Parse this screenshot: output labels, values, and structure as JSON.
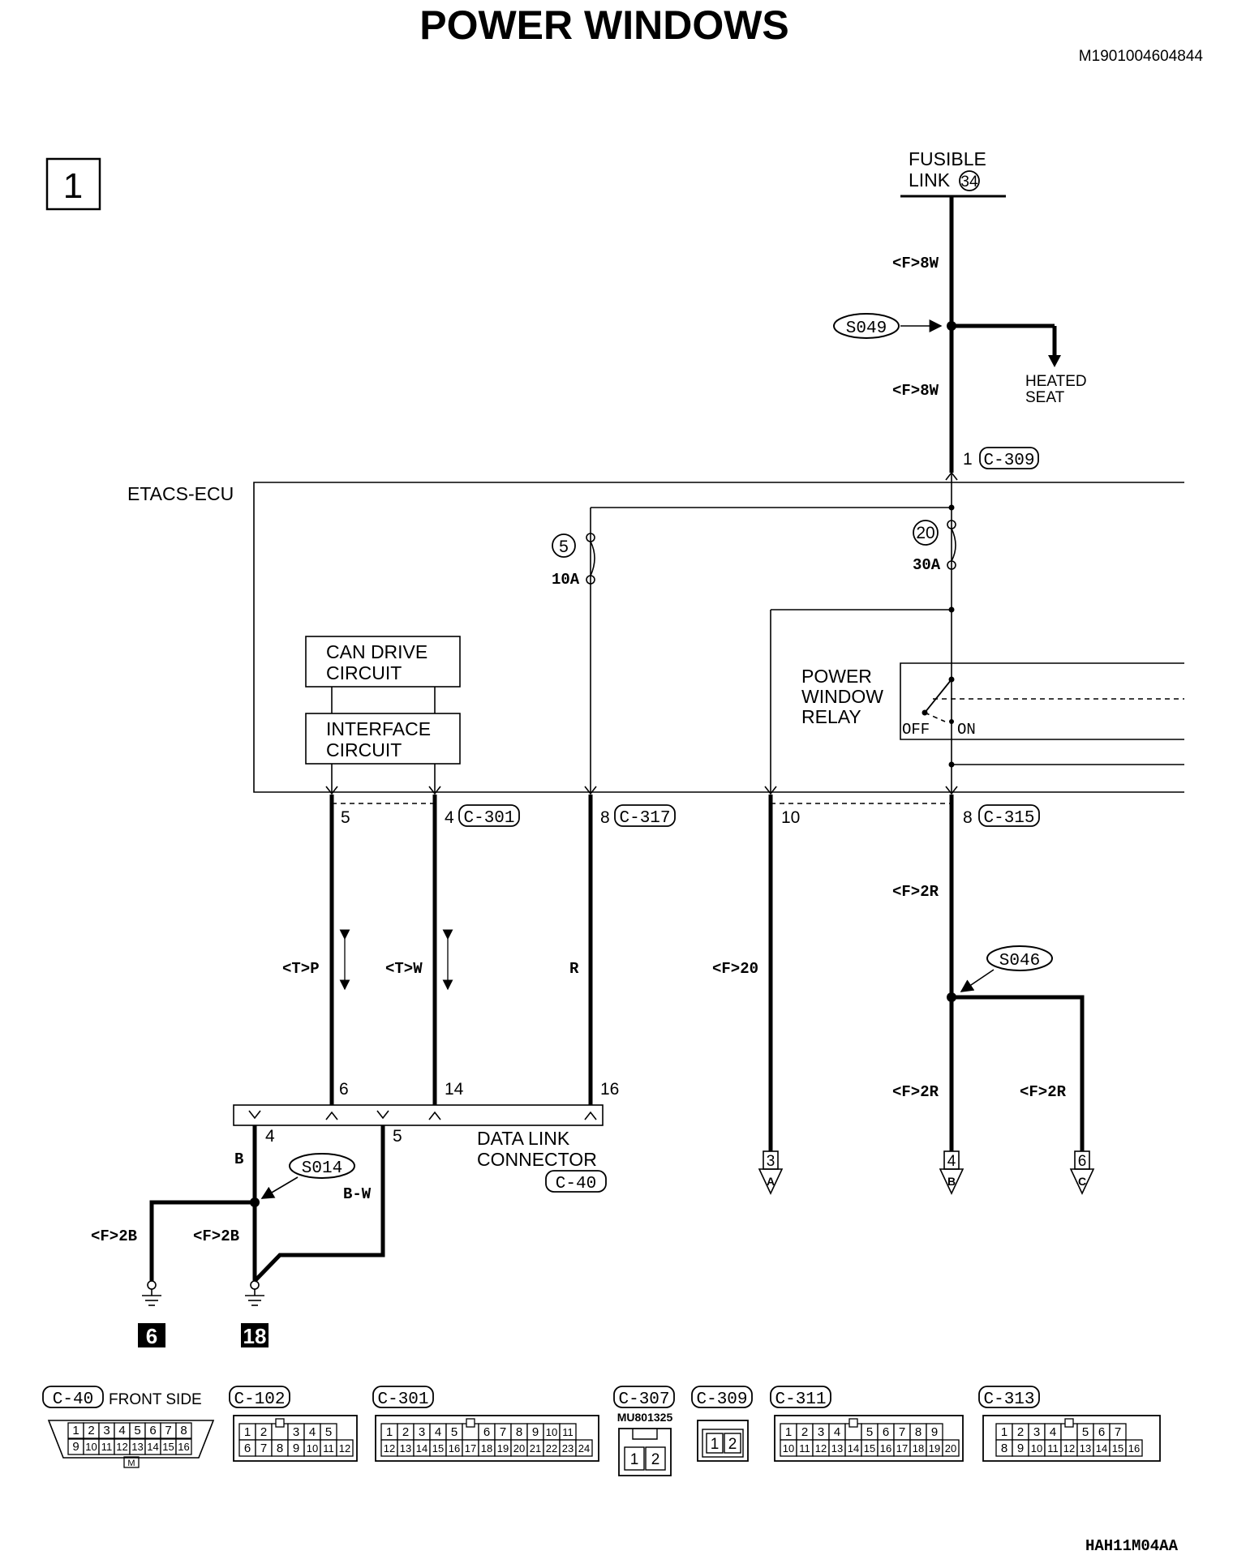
{
  "title": "POWER WINDOWS",
  "doc_code": "M1901004604844",
  "figure_code": "HAH11M04AA",
  "page_box": "1",
  "fusible_link": {
    "line1": "FUSIBLE",
    "line2": "LINK",
    "num": "34"
  },
  "heated_seat": {
    "line1": "HEATED",
    "line2": "SEAT"
  },
  "ecu": {
    "name": "ETACS-ECU",
    "can_drive": [
      "CAN DRIVE",
      "CIRCUIT"
    ],
    "interface": [
      "INTERFACE",
      "CIRCUIT"
    ],
    "relay": [
      "POWER",
      "WINDOW",
      "RELAY"
    ],
    "relay_off": "OFF",
    "relay_on": "ON"
  },
  "fuses": [
    {
      "num": "5",
      "rating": "10A"
    },
    {
      "num": "20",
      "rating": "30A"
    }
  ],
  "splices": [
    "S049",
    "S046",
    "S014"
  ],
  "wires": {
    "fw1": "<F>8W",
    "fw2": "<F>8W",
    "tp": "<T>P",
    "tw": "<T>W",
    "r": "R",
    "f20": "<F>20",
    "f2r1": "<F>2R",
    "f2r2": "<F>2R",
    "f2r3": "<F>2R",
    "b": "B",
    "bw": "B-W",
    "f2b1": "<F>2B",
    "f2b2": "<F>2B"
  },
  "pins": {
    "c309_1": "1",
    "c301_5": "5",
    "c301_4": "4",
    "c317_8": "8",
    "c315_10": "10",
    "c315_8": "8",
    "dlc_6": "6",
    "dlc_14": "14",
    "dlc_16": "16",
    "dlc_4": "4",
    "dlc_5": "5"
  },
  "connectors": {
    "c309": "C-309",
    "c301": "C-301",
    "c317": "C-317",
    "c315": "C-315",
    "c40": "C-40"
  },
  "data_link": {
    "line1": "DATA LINK",
    "line2": "CONNECTOR"
  },
  "offpage": [
    {
      "num": "3",
      "letter": "A"
    },
    {
      "num": "4",
      "letter": "B"
    },
    {
      "num": "6",
      "letter": "C"
    }
  ],
  "grounds": [
    "6",
    "18"
  ],
  "legend": {
    "c40": {
      "label": "C-40",
      "side": "FRONT SIDE",
      "row1": [
        "1",
        "2",
        "3",
        "4",
        "5",
        "6",
        "7",
        "8"
      ],
      "row2": [
        "9",
        "10",
        "11",
        "12",
        "13",
        "14",
        "15",
        "16"
      ],
      "key": "M"
    },
    "c102": {
      "label": "C-102",
      "row1": [
        "1",
        "2",
        "",
        "3",
        "4",
        "5"
      ],
      "row2": [
        "6",
        "7",
        "8",
        "9",
        "10",
        "11",
        "12"
      ]
    },
    "c301": {
      "label": "C-301",
      "row1": [
        "1",
        "2",
        "3",
        "4",
        "5",
        "",
        "6",
        "7",
        "8",
        "9",
        "10",
        "11"
      ],
      "row2": [
        "12",
        "13",
        "14",
        "15",
        "16",
        "17",
        "18",
        "19",
        "20",
        "21",
        "22",
        "23",
        "24"
      ]
    },
    "c307": {
      "label": "C-307",
      "part": "MU801325",
      "pins": [
        "1",
        "2"
      ]
    },
    "c309": {
      "label": "C-309",
      "pins": [
        "1",
        "2"
      ]
    },
    "c311": {
      "label": "C-311",
      "row1": [
        "1",
        "2",
        "3",
        "4",
        "",
        "5",
        "6",
        "7",
        "8",
        "9"
      ],
      "row2": [
        "10",
        "11",
        "12",
        "13",
        "14",
        "15",
        "16",
        "17",
        "18",
        "19",
        "20"
      ]
    },
    "c313": {
      "label": "C-313",
      "row1": [
        "1",
        "2",
        "3",
        "4",
        "",
        "5",
        "6",
        "7"
      ],
      "row2": [
        "8",
        "9",
        "10",
        "11",
        "12",
        "13",
        "14",
        "15",
        "16"
      ]
    }
  }
}
